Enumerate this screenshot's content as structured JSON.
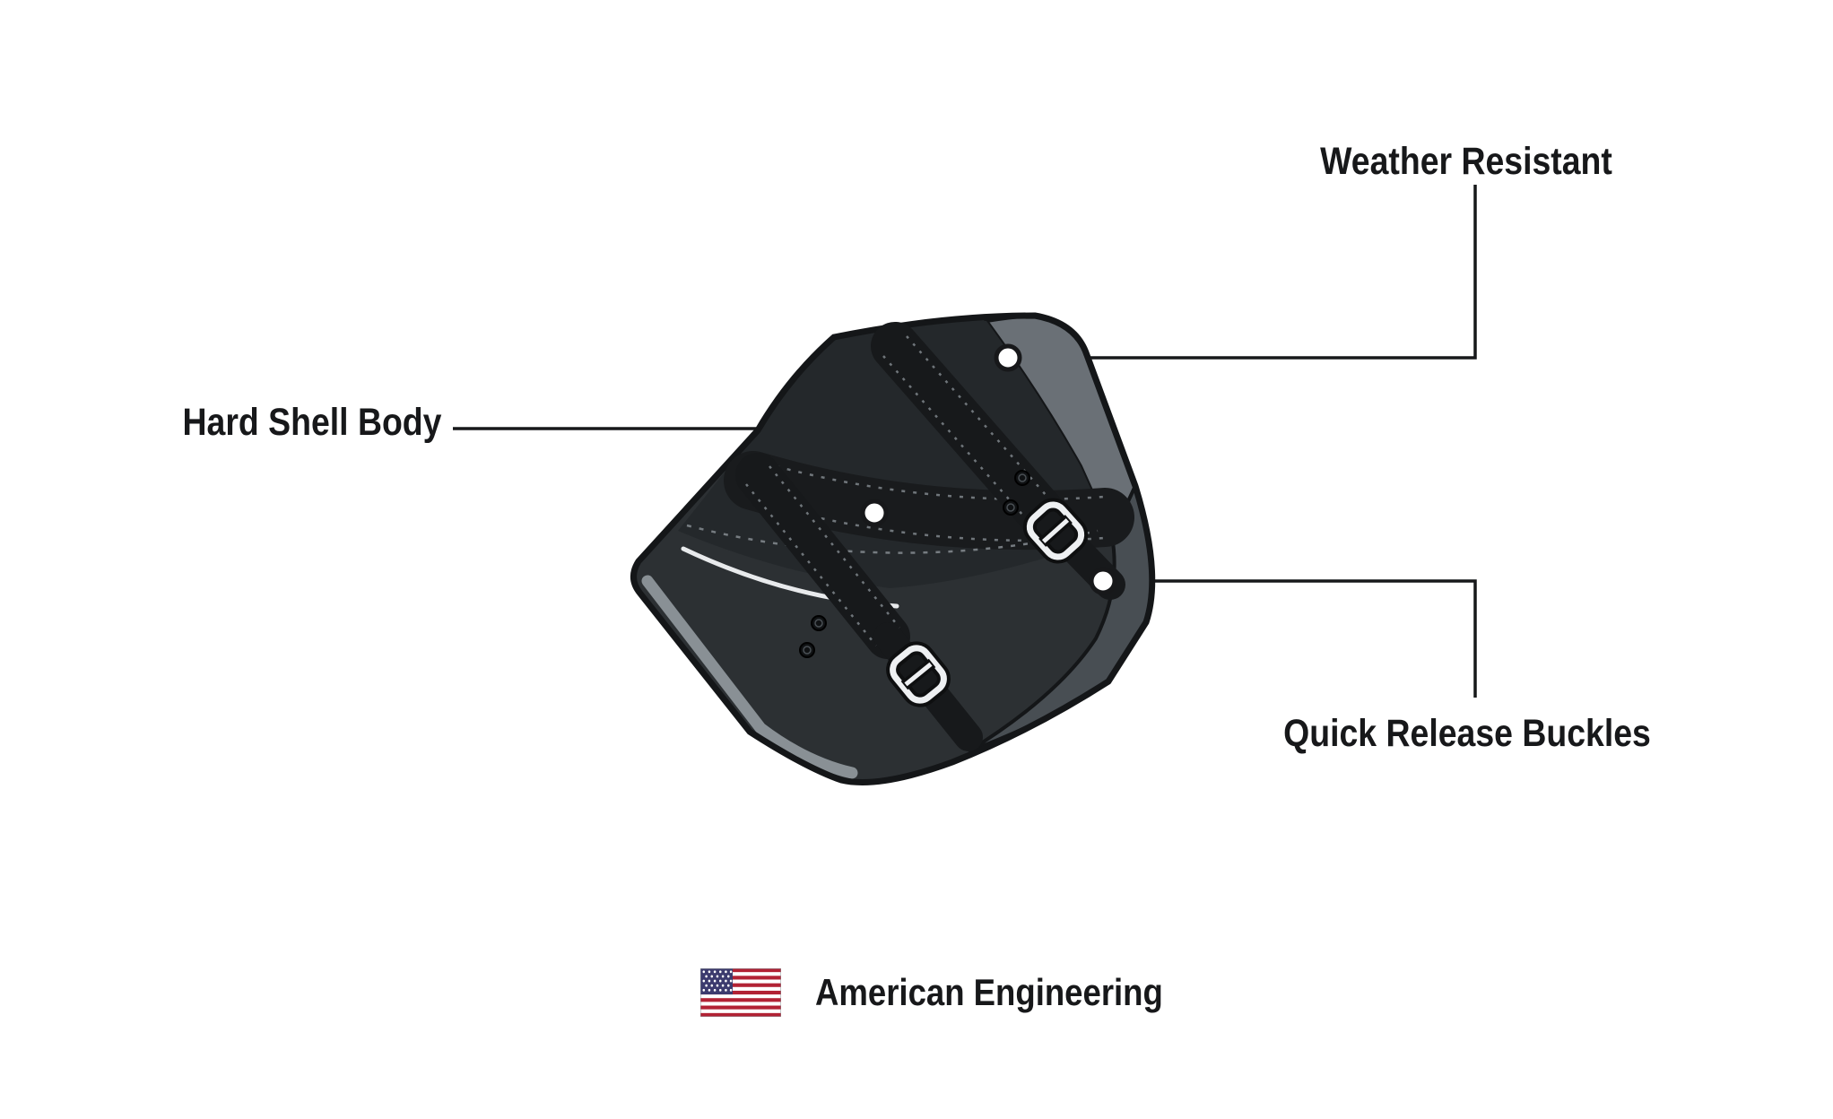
{
  "product": {
    "illustration": "motorcycle-swing-arm-bag",
    "colors": {
      "outline": "#141618",
      "body": "#2c3033",
      "flap": "#24282b",
      "panel_light": "#6a7076",
      "panel_mid": "#484e53",
      "strap": "#191b1d",
      "buckle_chrome": "#eef0f2",
      "trim": "#899095",
      "callout_line": "#17181a"
    }
  },
  "callouts": [
    {
      "id": "weather-resistant",
      "label": "Weather Resistant"
    },
    {
      "id": "hard-shell-body",
      "label": "Hard Shell Body"
    },
    {
      "id": "quick-release-buckles",
      "label": "Quick Release Buckles"
    }
  ],
  "footer": {
    "label": "American Engineering",
    "flag": "us-flag-icon",
    "flag_colors": {
      "red": "#B22234",
      "blue": "#3C3B6E",
      "white": "#ffffff"
    }
  }
}
